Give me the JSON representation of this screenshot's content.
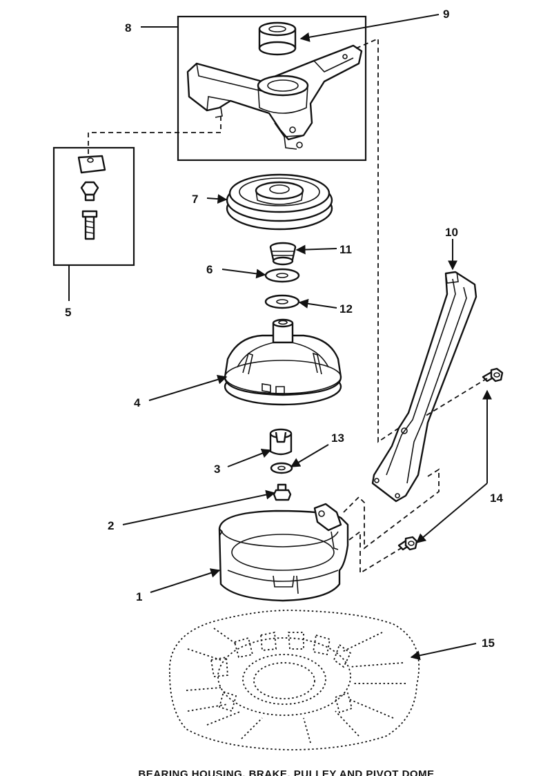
{
  "caption": "BEARING HOUSING, BRAKE, PULLEY AND PIVOT DOME",
  "callouts": {
    "c1": "1",
    "c2": "2",
    "c3": "3",
    "c4": "4",
    "c5": "5",
    "c6": "6",
    "c7": "7",
    "c8": "8",
    "c9": "9",
    "c10": "10",
    "c11": "11",
    "c12": "12",
    "c13": "13",
    "c14": "14",
    "c15": "15"
  },
  "colors": {
    "line": "#111111",
    "background": "#ffffff"
  }
}
